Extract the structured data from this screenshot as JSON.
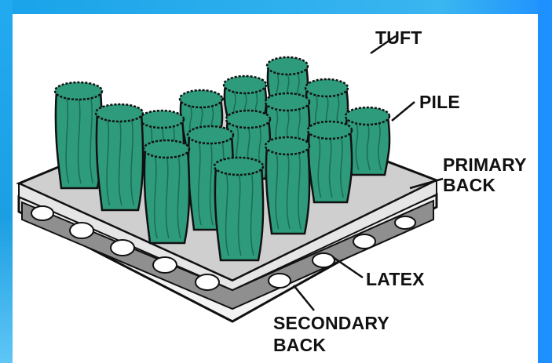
{
  "labels": {
    "tuft": "TUFT",
    "pile": "PILE",
    "primary_back_1": "PRIMARY",
    "primary_back_2": "BACK",
    "latex": "LATEX",
    "secondary_back_1": "SECONDARY",
    "secondary_back_2": "BACK"
  },
  "colors": {
    "tuft_fill": "#2e9c7c",
    "tuft_dark": "#1c6e56",
    "primary_back": "#c9c9c9",
    "latex_layer": "#8a8a8a",
    "frame_blue": "#1ea7e6"
  }
}
